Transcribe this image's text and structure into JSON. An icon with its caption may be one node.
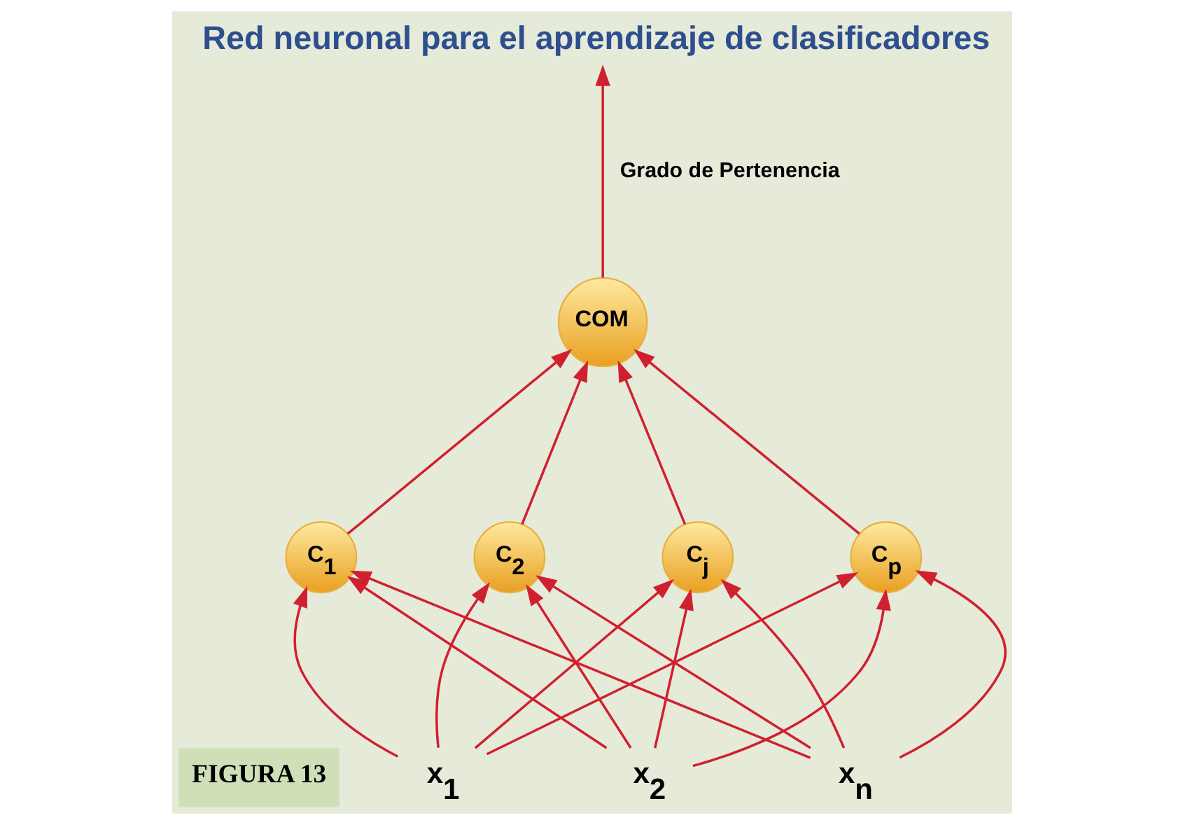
{
  "diagram": {
    "title": "Red neuronal para el aprendizaje de clasificadores",
    "nodes": [
      {
        "text": [
          "COM"
        ]
      },
      {
        "text": [
          "C$_{1}$"
        ]
      },
      {
        "text": [
          "C$_{2}$"
        ]
      },
      {
        "text": [
          "C$_{j}$"
        ]
      },
      {
        "text": [
          "C$_{p}$"
        ]
      },
      {
        "text": [
          "x$_{1}$"
        ]
      },
      {
        "text": [
          "x$_{2}$"
        ]
      },
      {
        "text": [
          "x$_{n}$"
        ]
      }
    ],
    "edges": [
      {
        "from": 0,
        "to": null,
        "arrow": "to",
        "label": "Grado de Pertenencia"
      },
      {
        "from": 1,
        "to": 0,
        "arrow": "to"
      },
      {
        "from": 2,
        "to": 0,
        "arrow": "to"
      },
      {
        "from": 3,
        "to": 0,
        "arrow": "to"
      },
      {
        "from": 4,
        "to": 0,
        "arrow": "to"
      },
      {
        "from": 5,
        "to": 1,
        "arrow": "to"
      },
      {
        "from": 5,
        "to": 2,
        "arrow": "to"
      },
      {
        "from": 5,
        "to": 3,
        "arrow": "to"
      },
      {
        "from": 5,
        "to": 4,
        "arrow": "to"
      },
      {
        "from": 6,
        "to": 1,
        "arrow": "to"
      },
      {
        "from": 6,
        "to": 2,
        "arrow": "to"
      },
      {
        "from": 6,
        "to": 3,
        "arrow": "to"
      },
      {
        "from": 6,
        "to": 4,
        "arrow": "to"
      },
      {
        "from": 7,
        "to": 1,
        "arrow": "to"
      },
      {
        "from": 7,
        "to": 2,
        "arrow": "to"
      },
      {
        "from": 7,
        "to": 3,
        "arrow": "to"
      },
      {
        "from": 7,
        "to": 4,
        "arrow": "to"
      }
    ],
    "labels": [
      "FIGURA 13"
    ]
  }
}
